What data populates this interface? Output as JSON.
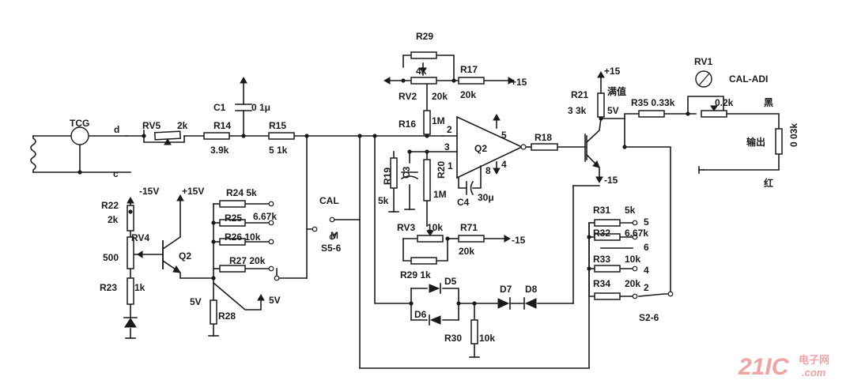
{
  "labels": {
    "tcg": "TCG",
    "d": "d",
    "c": "c",
    "rv5": "RV5",
    "rv5_val": "2k",
    "r14": "R14",
    "r14_val": "3.9k",
    "c1": "C1",
    "c1_val": "0 1μ",
    "r15": "R15",
    "r15_val": "5 1k",
    "r29_top": "R29",
    "rv2_val": "4k",
    "rv2": "RV2",
    "rv2_val2": "20k",
    "r17": "R17",
    "r17_val": "20k",
    "plus15_a": "+15",
    "r16": "R16",
    "r16_val": "1M",
    "pin2": "2",
    "pin3": "3",
    "pin5": "5",
    "pin1": "1",
    "pin8": "8",
    "pin4": "4",
    "q2_opamp": "Q2",
    "r18": "R18",
    "r19": "R19",
    "r19_val": "5k",
    "c3": "C3",
    "r20": "R20",
    "r20_val": "1M",
    "c4": "C4",
    "c4_val": "30μ",
    "rv3": "RV3",
    "rv3_val": "10k",
    "r71": "R71",
    "r71_val": "20k",
    "minus15_a": "-15",
    "r29b": "R29 1k",
    "d5": "D5",
    "d6": "D6",
    "d7": "D7",
    "d8": "D8",
    "r30": "R30",
    "r30_val": "10k",
    "r21": "R21",
    "r21_val": "3 3k",
    "plus15_b": "+15",
    "full_scale": "满值",
    "five_v": "5V",
    "minus15_b": "-15",
    "rv1": "RV1",
    "cal_adi": "CAL-ADI",
    "r35": "R35 0.33k",
    "val_02k": "0.2k",
    "black": "黑",
    "output": "输出",
    "val_003k": "0 03k",
    "red": "红",
    "r31": "R31",
    "r31_val": "5k",
    "r32": "R32",
    "r32_val": "6.67k",
    "r33": "R33",
    "r33_val": "10k",
    "r34": "R34",
    "r34_val": "20k",
    "sw5": "5",
    "sw6": "6",
    "sw4": "4",
    "sw2": "2",
    "s2_6": "S2-6",
    "r22": "R22",
    "r22_val": "2k",
    "minus15v": "-15V",
    "plus15v": "+15V",
    "rv4": "RV4",
    "rv4_val": "500",
    "q2_tr": "Q2",
    "r23": "R23",
    "r23_val": "1k",
    "r24": "R24 5k",
    "r25": "R25",
    "r25_val": "6.67k",
    "r26": "R26 10k",
    "r27": "R27 20k",
    "cal": "CAL",
    "m": "M",
    "s5_6": "S5-6",
    "five_v_b": "5V",
    "r28": "R28",
    "five_v_c": "5V"
  },
  "watermark": {
    "brand": "21IC",
    "cn": "电子网",
    "url": ".com",
    "color": "#f0a3a3"
  }
}
